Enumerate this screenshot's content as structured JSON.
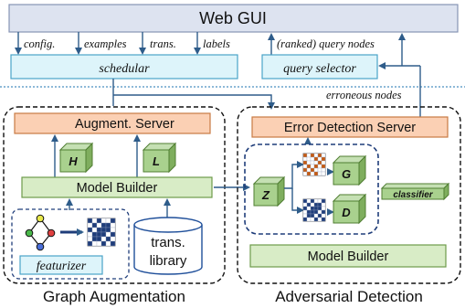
{
  "web_gui": {
    "title": "Web GUI"
  },
  "top_links": {
    "config": "config.",
    "examples": "examples",
    "trans": "trans.",
    "labels": "labels",
    "ranked": "(ranked) query nodes",
    "erroneous": "erroneous nodes"
  },
  "schedular": {
    "label": "schedular"
  },
  "query_selector": {
    "label": "query selector"
  },
  "graph_augmentation": {
    "caption": "Graph Augmentation",
    "augment_server": "Augment. Server",
    "model_builder": "Model Builder",
    "cube_h": "H",
    "cube_l": "L",
    "featurizer": "featurizer",
    "trans_library_line1": "trans.",
    "trans_library_line2": "library"
  },
  "adversarial_detection": {
    "caption": "Adversarial Detection",
    "error_server": "Error Detection Server",
    "model_builder": "Model Builder",
    "cube_z": "Z",
    "cube_g": "G",
    "cube_d": "D",
    "classifier": "classifier"
  },
  "colors": {
    "gui_fill": "#dde3f0",
    "cyan_fill": "#ddf4fa",
    "server_fill": "#fbd0b4",
    "green_fill": "#d8ecc6",
    "cube_fill": "#a9d18e",
    "matrix_blue": "#1f3d7a",
    "matrix_orange": "#c55a11",
    "arrow": "#2e5c8a"
  }
}
